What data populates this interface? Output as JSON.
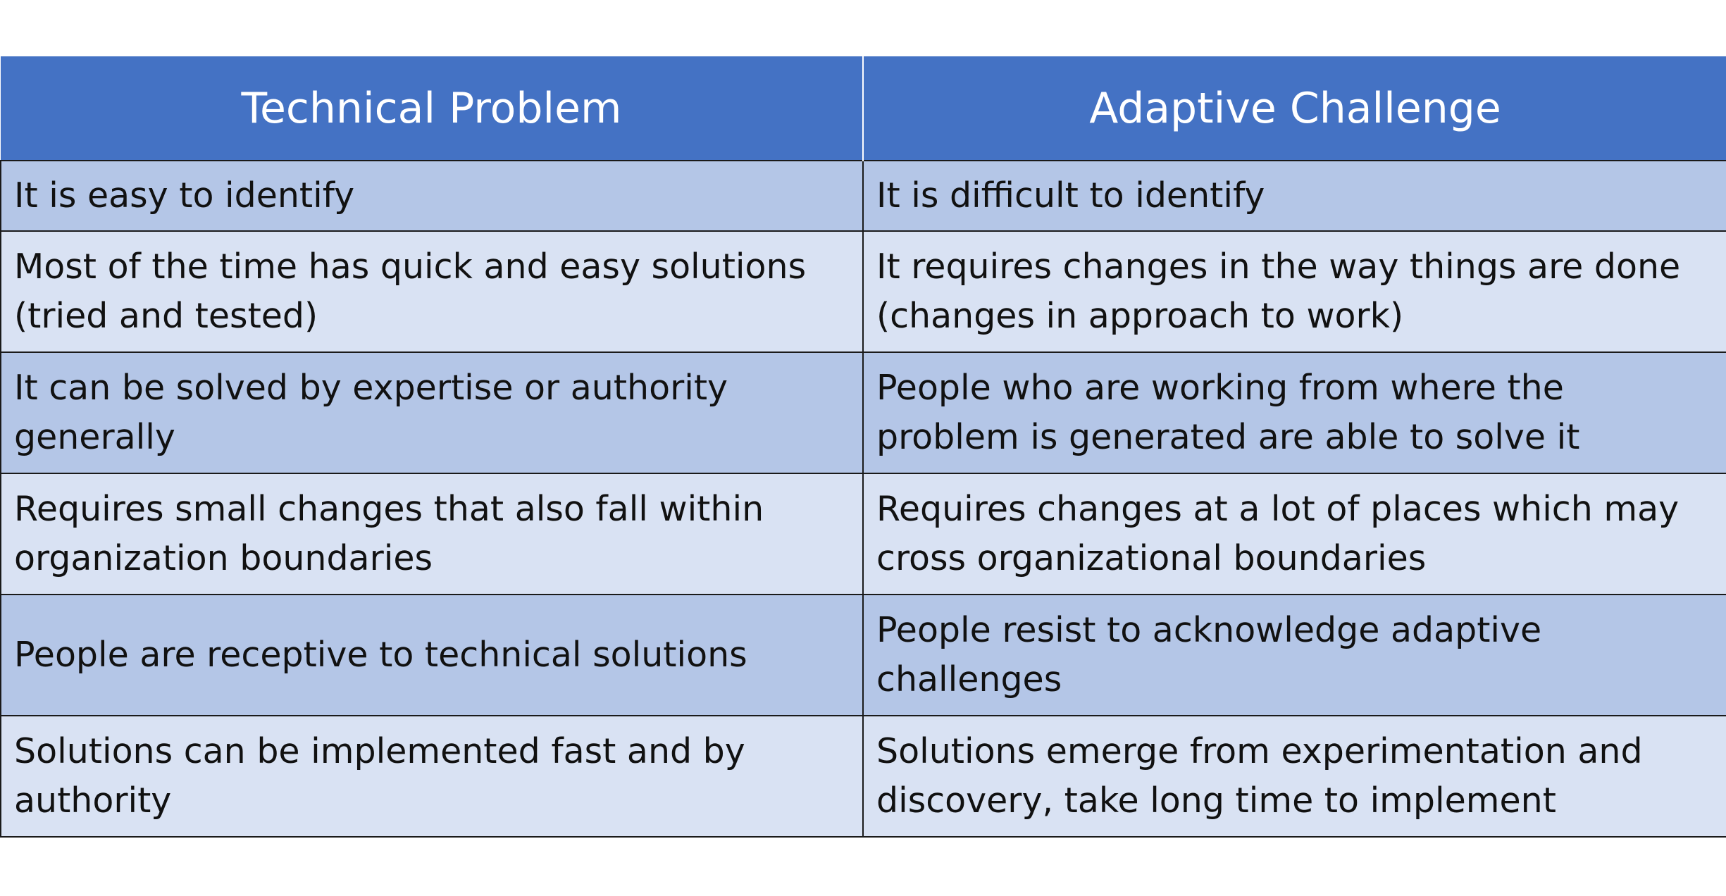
{
  "table": {
    "headers": [
      "Technical Problem",
      "Adaptive Challenge"
    ],
    "rows": [
      [
        "It is easy to identify",
        "It is difficult to identify"
      ],
      [
        "Most of the time has quick and easy solutions (tried and tested)",
        "It requires changes in the way things are done (changes in approach to work)"
      ],
      [
        "It can be solved by expertise or authority generally",
        "People who are working from where the problem is generated are able to solve it"
      ],
      [
        "Requires small changes that also fall within organization boundaries",
        "Requires changes at a lot of places which may cross organizational boundaries"
      ],
      [
        "People are receptive to technical solutions",
        "People resist to acknowledge adaptive challenges"
      ],
      [
        "Solutions can be implemented fast and by authority",
        "Solutions emerge from experimentation and discovery, take long time to implement"
      ]
    ]
  },
  "colors": {
    "header_bg": "#4472c4",
    "header_text": "#ffffff",
    "row_dark": "#b4c6e7",
    "row_light": "#d9e2f3"
  }
}
